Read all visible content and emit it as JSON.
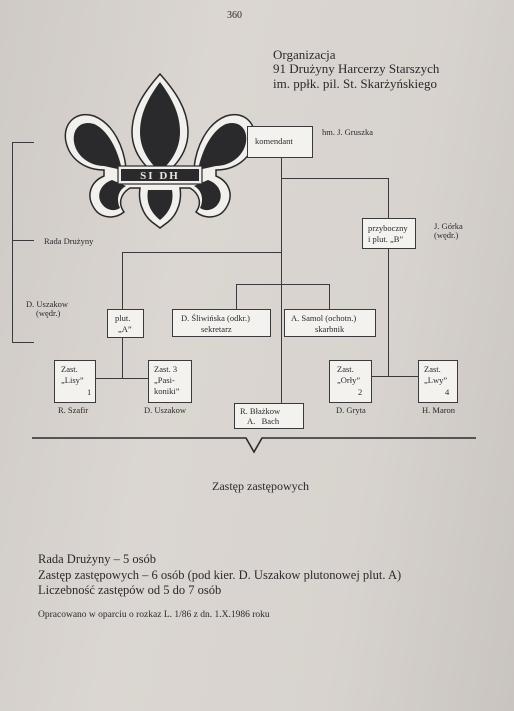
{
  "page_number": "360",
  "title": {
    "line1": "Organizacja",
    "line2": "91 Drużyny Harcerzy Starszych",
    "line3": "im. ppłk. pil. St. Skarżyńskiego"
  },
  "emblem": {
    "text": "SI DH"
  },
  "chart": {
    "komendant": {
      "label": "komendant",
      "person": "hm. J. Gruszka"
    },
    "rada_druzyny": "Rada Drużyny",
    "left_person": {
      "line1": "D. Uszakow",
      "line2": "(wędr.)"
    },
    "plut_b": {
      "line1": "przyboczny",
      "line2": "i plut. „B”",
      "person_line1": "J. Górka",
      "person_line2": "(wędr.)"
    },
    "plut_a": {
      "line1": "plut.",
      "line2": "„A”"
    },
    "sekretarz": {
      "line1": "D. Śliwińska (odkr.)",
      "line2": "sekretarz"
    },
    "skarbnik": {
      "line1": "A. Samol (ochotn.)",
      "line2": "skarbnik"
    },
    "zast_lisy": {
      "line1": "Zast.",
      "line2": "„Lisy”",
      "line3": "1",
      "leader": "R. Szafir"
    },
    "zast_pasikoniki": {
      "line1": "Zast. 3",
      "line2": "„Pasi-",
      "line3": "koniki”",
      "leader": "D. Uszakow"
    },
    "bottom_center": {
      "line1": "R. Błażkow",
      "line2": "A.   Bach"
    },
    "zast_orly": {
      "line1": "Zast.",
      "line2": "„Orły”",
      "line3": "2",
      "leader": "D. Gryta"
    },
    "zast_lwy": {
      "line1": "Zast.",
      "line2": "„Lwy”",
      "line3": "4",
      "leader": "H. Maron"
    },
    "bottom_label": "Zastęp zastępowych"
  },
  "notes": {
    "line1": "Rada Drużyny – 5 osób",
    "line2": "Zastęp zastępowych – 6 osób (pod kier. D. Uszakow plutonowej plut. A)",
    "line3": "Liczebność zastępów od 5 do 7 osób",
    "source": "Opracowano w oparciu o rozkaz L. 1/86 z dn. 1.X.1986 roku"
  }
}
